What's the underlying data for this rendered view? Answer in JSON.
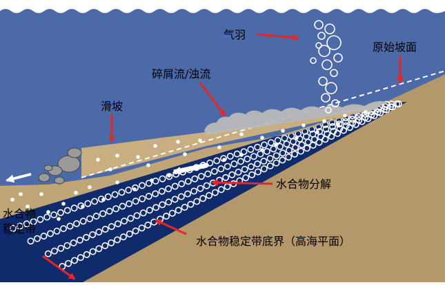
{
  "labels": {
    "plume": "气羽",
    "original_slope": "原始坡面",
    "debris_flow": "碎屑流/浊流",
    "landslide": "滑坡",
    "hydrate_dissociation": "水合物分解",
    "hydrate_stability_zone": "水合物\n稳定带",
    "hsz_base": "水合物稳定带底界（高海平面）"
  },
  "colors": {
    "sea": "#4c6aa8",
    "seabed": "#b4976a",
    "slide": "#c8ae80",
    "hydrate_band": "#0f2b6c",
    "arrow": "#e8262a",
    "bubble": "#ffffff",
    "debris": "#b4b4b4"
  }
}
